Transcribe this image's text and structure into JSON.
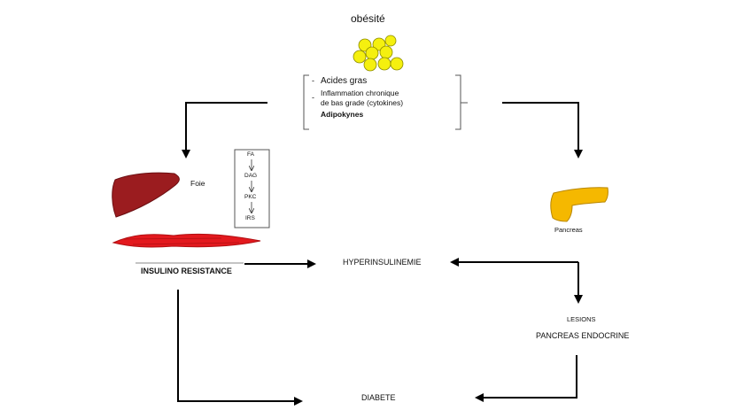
{
  "title": "obésité",
  "factors": {
    "item1": "Acides gras",
    "item2_line1": "Inflammation chronique",
    "item2_line2": "de bas grade (cytokines)",
    "item3": "Adipokynes",
    "dash": "-"
  },
  "liver": {
    "label": "Foie"
  },
  "cascade": {
    "steps": [
      "FA",
      "DAG",
      "PKC",
      "IRS"
    ]
  },
  "insulin_resistance": "INSULINO RESISTANCE",
  "hyperinsulinemia": "HYPERINSULINEMIE",
  "pancreas": {
    "label": "Pancreas"
  },
  "lesions": {
    "line1": "LESIONS",
    "line2": "PANCREAS ENDOCRINE"
  },
  "diabetes": "DIABETE",
  "colors": {
    "liver": "#9b1c1f",
    "muscle": "#e3191e",
    "pancreas": "#f5b800",
    "fat": "#f5f00f"
  }
}
